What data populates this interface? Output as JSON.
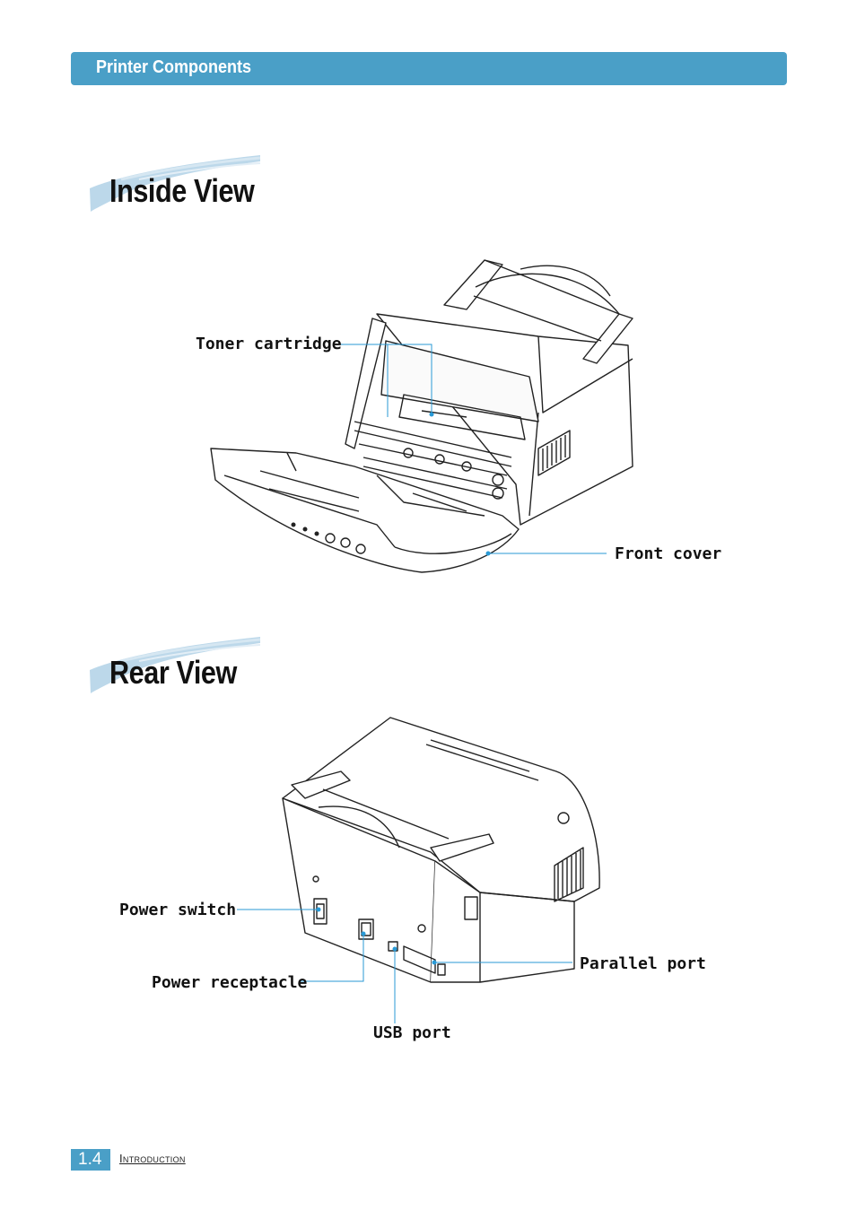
{
  "header": {
    "title": "Printer Components"
  },
  "sections": {
    "inside": {
      "title": "Inside View"
    },
    "rear": {
      "title": "Rear View"
    }
  },
  "callouts": {
    "toner_cartridge": "Toner cartridge",
    "front_cover": "Front cover",
    "power_switch": "Power switch",
    "power_receptacle": "Power receptacle",
    "usb_port": "USB port",
    "parallel_port": "Parallel port"
  },
  "footer": {
    "page_number": "1.4",
    "chapter": "Introduction"
  },
  "colors": {
    "accent": "#4a9fc7",
    "callout_line": "#2a9ad6"
  }
}
